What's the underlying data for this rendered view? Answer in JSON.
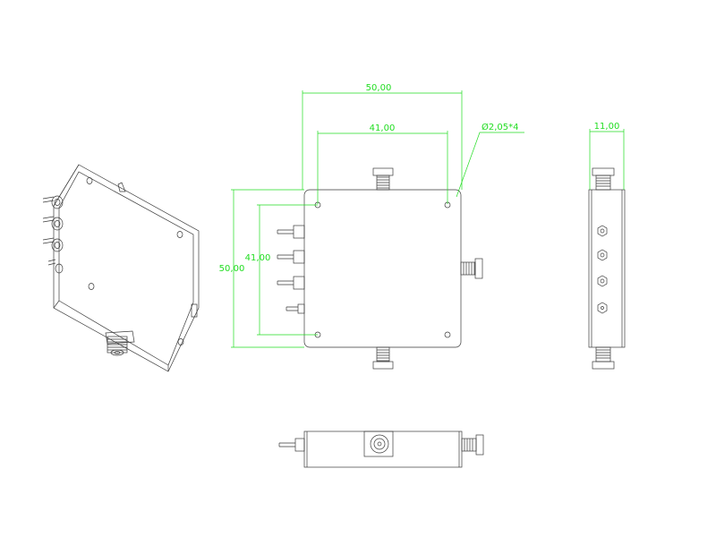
{
  "colors": {
    "outline": "#3a3a3a",
    "dimension": "#22dd22",
    "background": "#ffffff"
  },
  "dimensions": {
    "top_width": "50,00",
    "hole_spacing_x": "41,00",
    "hole_callout": "Ø2,05*4",
    "side_thickness": "11,00",
    "hole_spacing_y": "41,00",
    "left_height": "50,00"
  }
}
